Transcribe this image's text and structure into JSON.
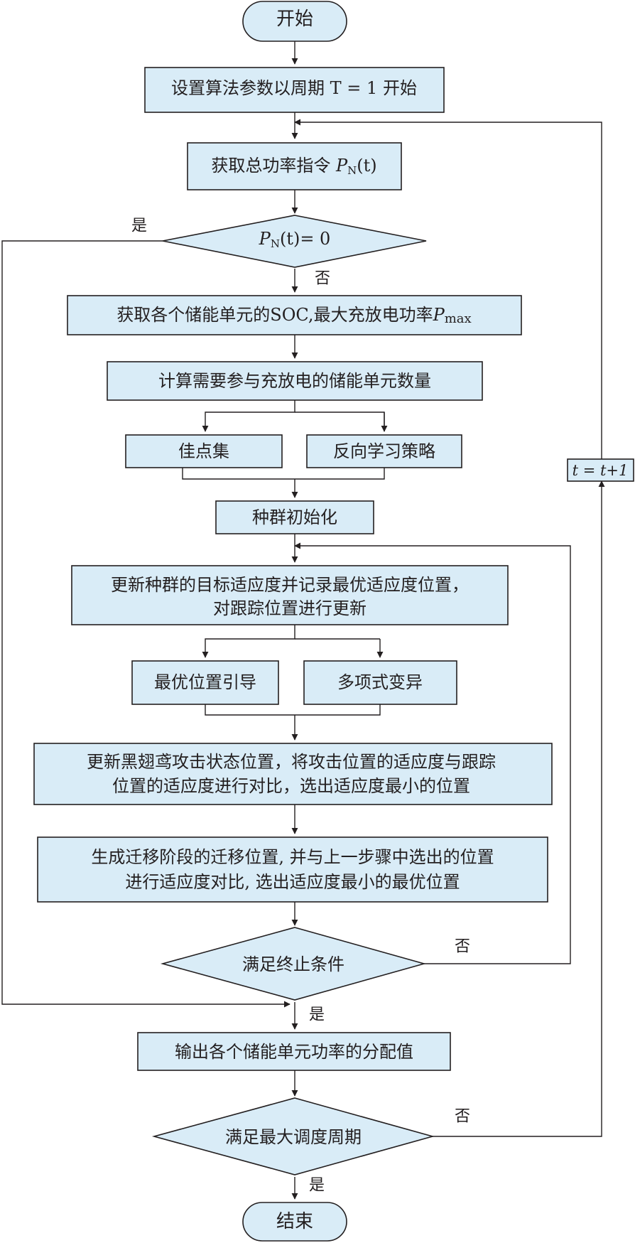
{
  "nodes": {
    "start": "开始",
    "init_params": "设置算法参数以周期 T = 1 开始",
    "get_power_text": "获取总功率指令 ",
    "p_symbol": "P",
    "n_subscript": "N",
    "t_arg": "(t)",
    "decision_zero_suffix": "= 0",
    "get_soc_text": "获取各个储能单元的SOC,最大充放电功率",
    "pmax_subscript": "max",
    "compute_count": "计算需要参与充放电的储能单元数量",
    "good_point_set": "佳点集",
    "reverse_learning": "反向学习策略",
    "population_init": "种群初始化",
    "update_fitness_line1": "更新种群的目标适应度并记录最优适应度位置，",
    "update_fitness_line2": "对跟踪位置进行更新",
    "best_guided": "最优位置引导",
    "poly_mutation": "多项式变异",
    "attack_line1": "更新黑翅鸢攻击状态位置，将攻击位置的适应度与跟踪",
    "attack_line2": "位置的适应度进行对比，选出适应度最小的位置",
    "migrate_line1": "生成迁移阶段的迁移位置, 并与上一步骤中选出的位置",
    "migrate_line2": "进行适应度对比, 选出适应度最小的最优位置",
    "termination": "满足终止条件",
    "output": "输出各个储能单元功率的分配值",
    "max_period": "满足最大调度周期",
    "end": "结束",
    "t_increment": "t = t+1"
  },
  "edge_labels": {
    "yes_zero": "是",
    "no_zero": "否",
    "no_termination": "否",
    "yes_termination": "是",
    "no_period": "否",
    "yes_period": "是"
  }
}
